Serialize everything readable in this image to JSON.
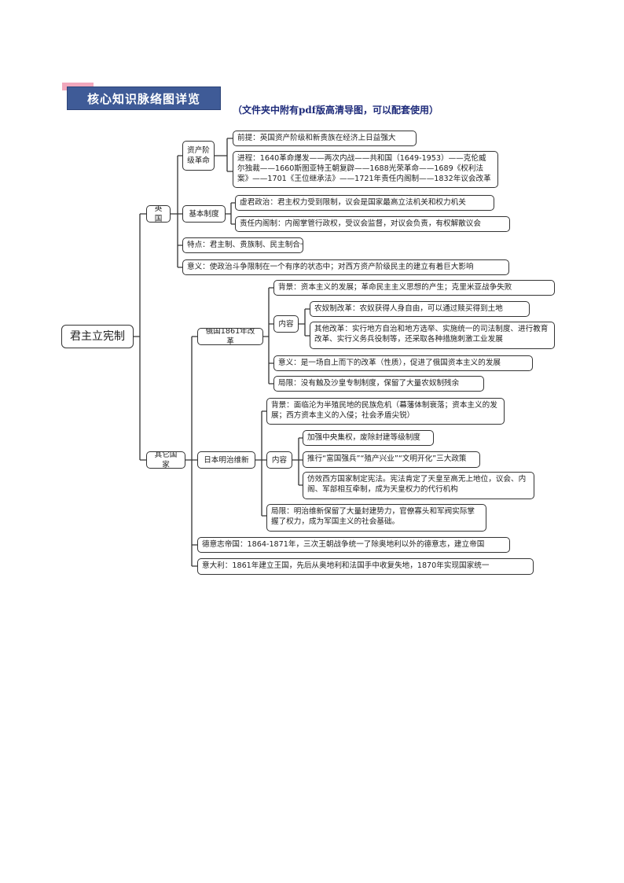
{
  "header": {
    "banner": "核心知识脉络图详览",
    "note": "（文件夹中附有pdf版高清导图，可以配套使用）"
  },
  "map": {
    "root": "君主立宪制",
    "uk": {
      "label": "英国",
      "revolution": {
        "label": "资产阶级革命",
        "premise": "前提：英国资产阶级和新贵族在经济上日益强大",
        "process": "进程：1640革命爆发——两次内战——共和国（1649-1953）——克伦威尔独裁——1660斯图亚特王朝复辟——1688光荣革命——1689《权利法案》——1701《王位继承法》——1721年责任内阁制——1832年议会改革"
      },
      "system": {
        "label": "基本制度",
        "figurehead": "虚君政治：君主权力受到限制，议会是国家最高立法机关和权力机关",
        "cabinet": "责任内阁制：内阁掌管行政权，受议会监督，对议会负责，有权解散议会"
      },
      "features": "特点：君主制、贵族制、民主制合一",
      "significance": "意义：使政治斗争限制在一个有序的状态中；对西方资产阶级民主的建立有着巨大影响"
    },
    "others": {
      "label": "其它国家",
      "russia": {
        "label": "俄国1861年改革",
        "background": "背景：资本主义的发展；革命民主主义思想的产生；克里米亚战争失败",
        "content_label": "内容",
        "serf": "农奴制改革：农奴获得人身自由，可以通过赎买得到土地",
        "other": "其他改革：实行地方自治和地方选举、实施统一的司法制度、进行教育改革、实行义务兵役制等，还采取各种措施刺激工业发展",
        "significance": "意义：是一场自上而下的改革（性质），促进了俄国资本主义的发展",
        "limitation": "局限：没有触及沙皇专制制度，保留了大量农奴制残余"
      },
      "japan": {
        "label": "日本明治维新",
        "background": "背景：面临沦为半殖民地的民族危机（幕藩体制衰落；资本主义的发展；西方资本主义的入侵；社会矛盾尖锐）",
        "content_label": "内容",
        "c1": "加强中央集权，废除封建等级制度",
        "c2": "推行“富国强兵”“殖产兴业”“文明开化”三大政策",
        "c3": "仿效西方国家制定宪法。宪法肯定了天皇至高无上地位，议会、内阁、军部相互牵制，成为天皇权力的代行机构",
        "limitation": "局限：明治维新保留了大量封建势力，官僚寡头和军阀实际掌握了权力，成为军国主义的社会基础。"
      },
      "germany": "德意志帝国：1864-1871年，三次王朝战争统一了除奥地利以外的德意志，建立帝国",
      "italy": "意大利：1861年建立王国，先后从奥地利和法国手中收复失地，1870年实现国家统一"
    }
  }
}
